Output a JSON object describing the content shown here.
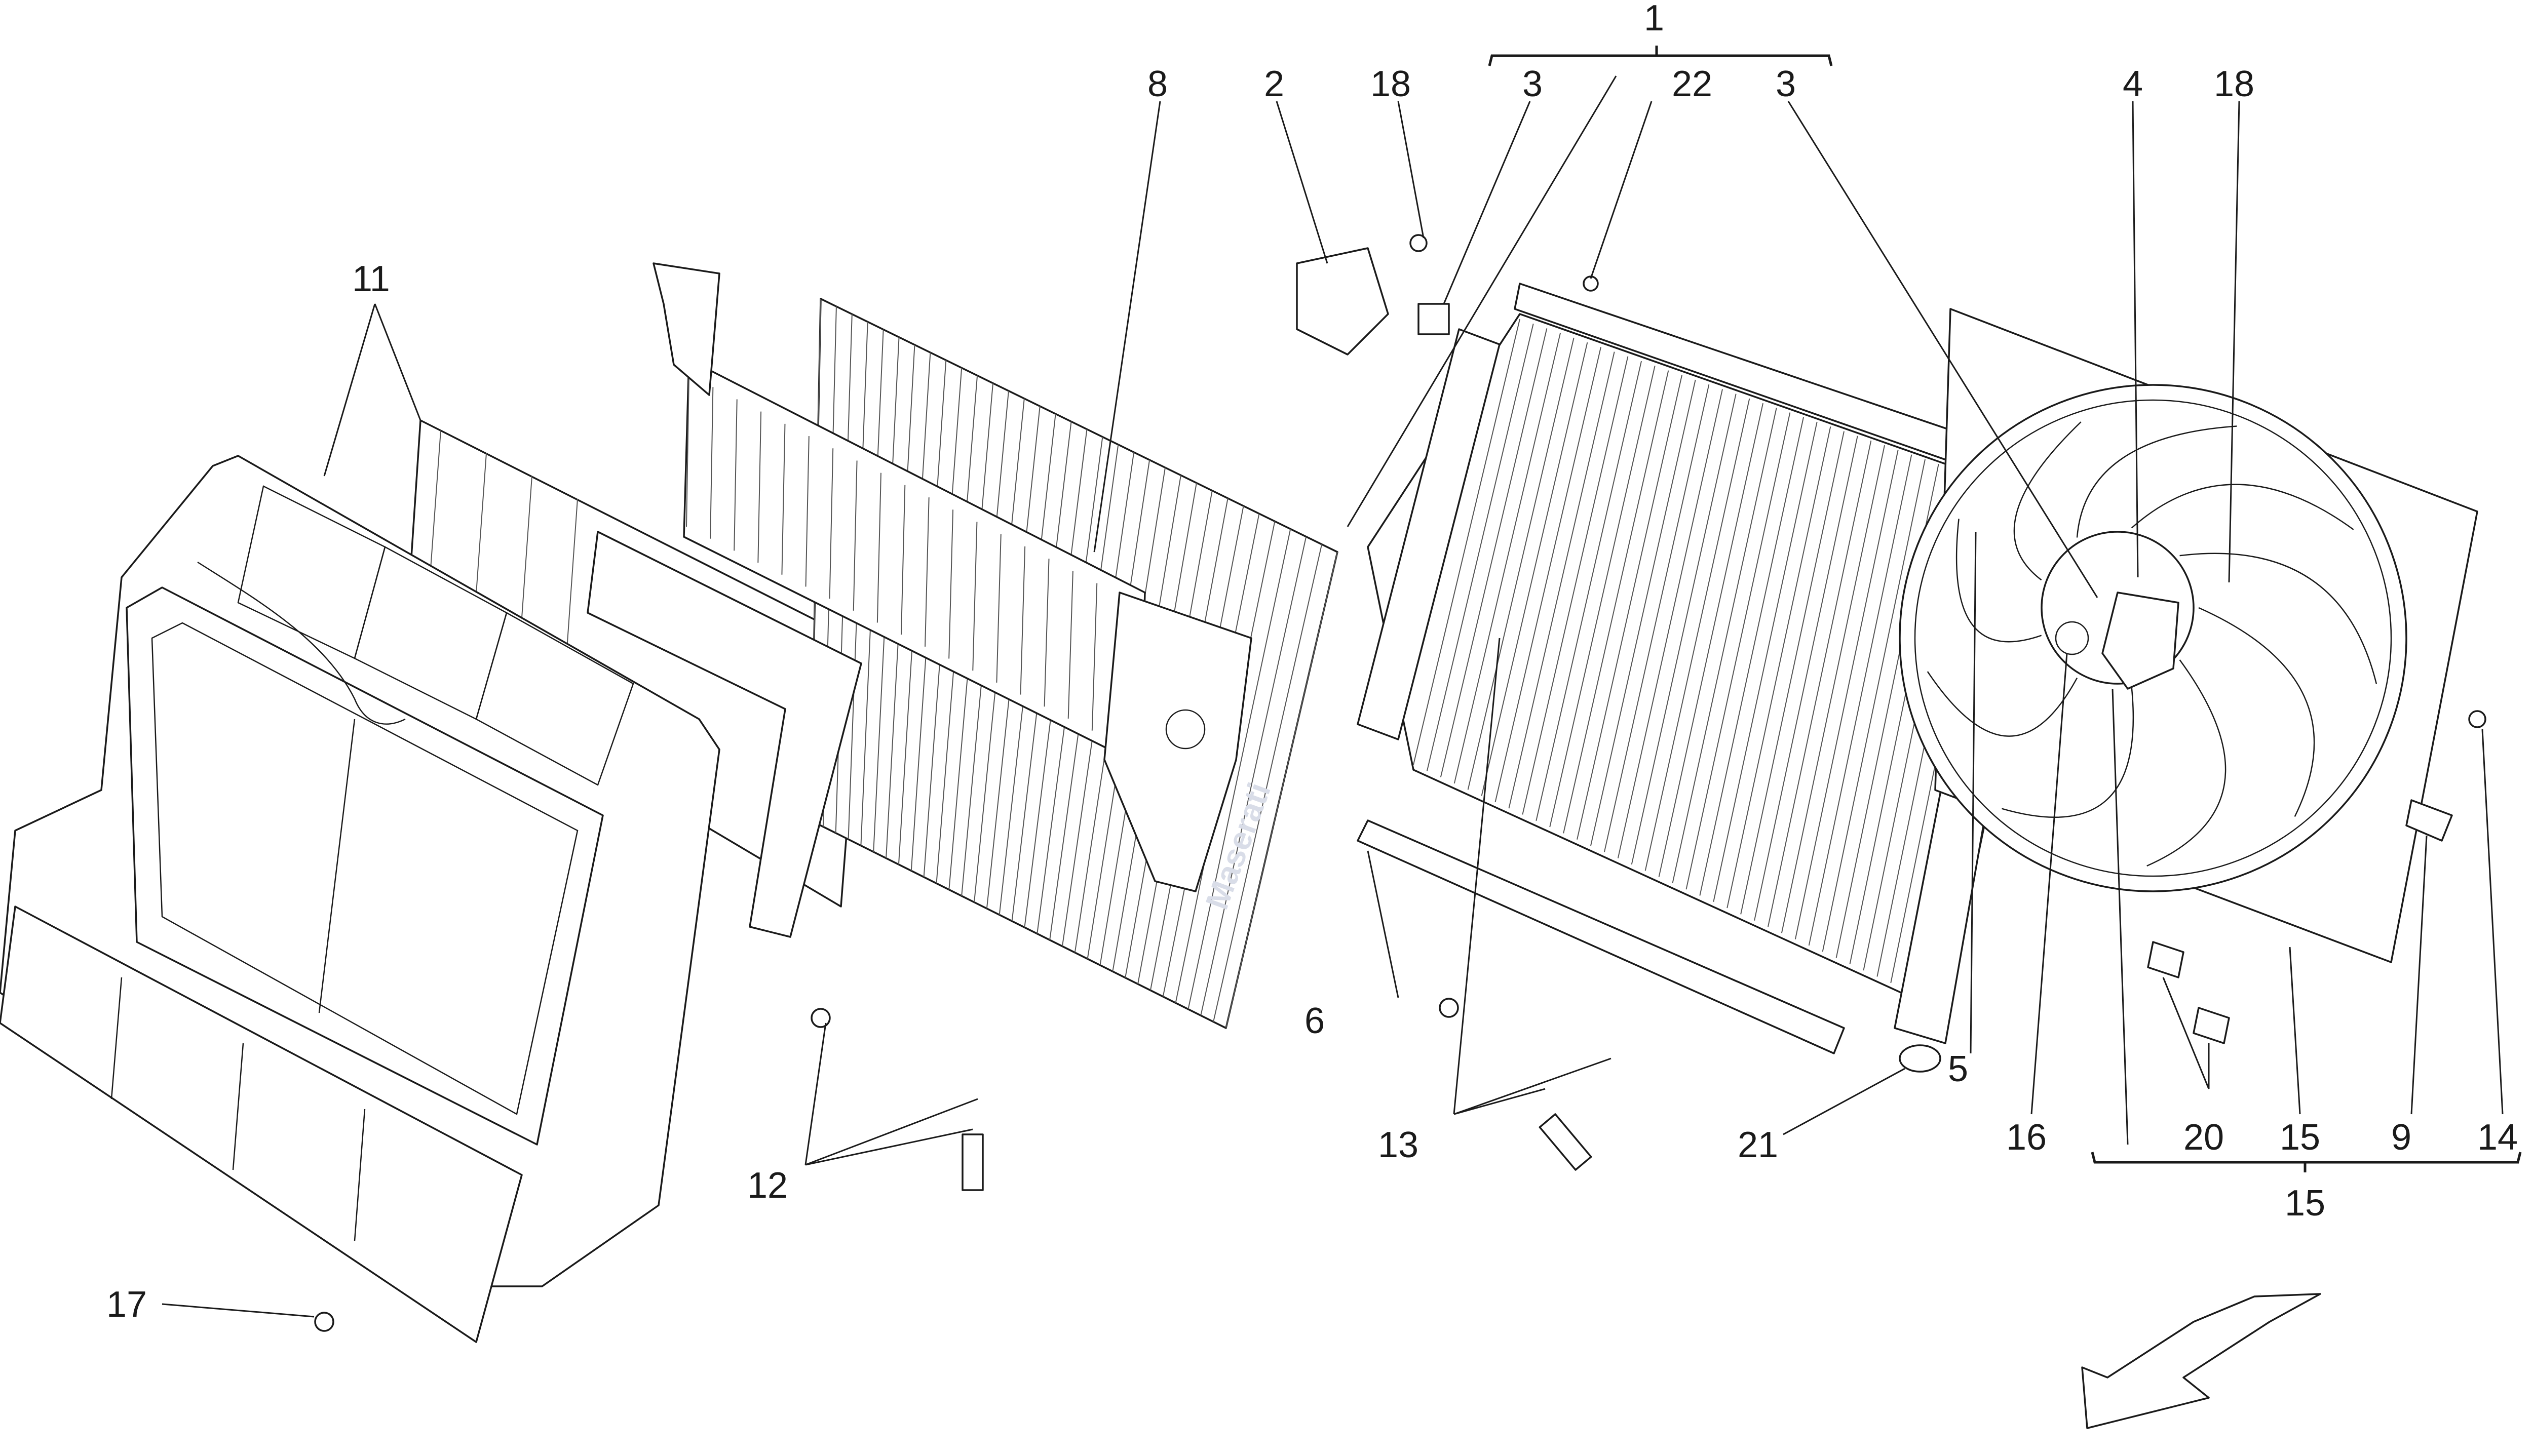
{
  "diagram": {
    "callouts": [
      {
        "id": "c1",
        "label": "1"
      },
      {
        "id": "c2",
        "label": "2"
      },
      {
        "id": "c3a",
        "label": "3"
      },
      {
        "id": "c3b",
        "label": "3"
      },
      {
        "id": "c4",
        "label": "4"
      },
      {
        "id": "c5",
        "label": "5"
      },
      {
        "id": "c6",
        "label": "6"
      },
      {
        "id": "c8",
        "label": "8"
      },
      {
        "id": "c9",
        "label": "9"
      },
      {
        "id": "c11",
        "label": "11"
      },
      {
        "id": "c12",
        "label": "12"
      },
      {
        "id": "c13",
        "label": "13"
      },
      {
        "id": "c14",
        "label": "14"
      },
      {
        "id": "c15a",
        "label": "15"
      },
      {
        "id": "c15b",
        "label": "15"
      },
      {
        "id": "c16",
        "label": "16"
      },
      {
        "id": "c17",
        "label": "17"
      },
      {
        "id": "c18a",
        "label": "18"
      },
      {
        "id": "c18b",
        "label": "18"
      },
      {
        "id": "c20",
        "label": "20"
      },
      {
        "id": "c21",
        "label": "21"
      },
      {
        "id": "c22",
        "label": "22"
      }
    ],
    "parts": [
      {
        "name": "air-duct-shroud",
        "callout": "11"
      },
      {
        "name": "condenser",
        "callout": "8"
      },
      {
        "name": "radiator",
        "callout": "1"
      },
      {
        "name": "fan-assembly",
        "callout": "15"
      },
      {
        "name": "seal-strip",
        "callout": "6"
      }
    ],
    "watermark": "Maserati",
    "direction_icon": "front-direction-arrow-icon"
  }
}
